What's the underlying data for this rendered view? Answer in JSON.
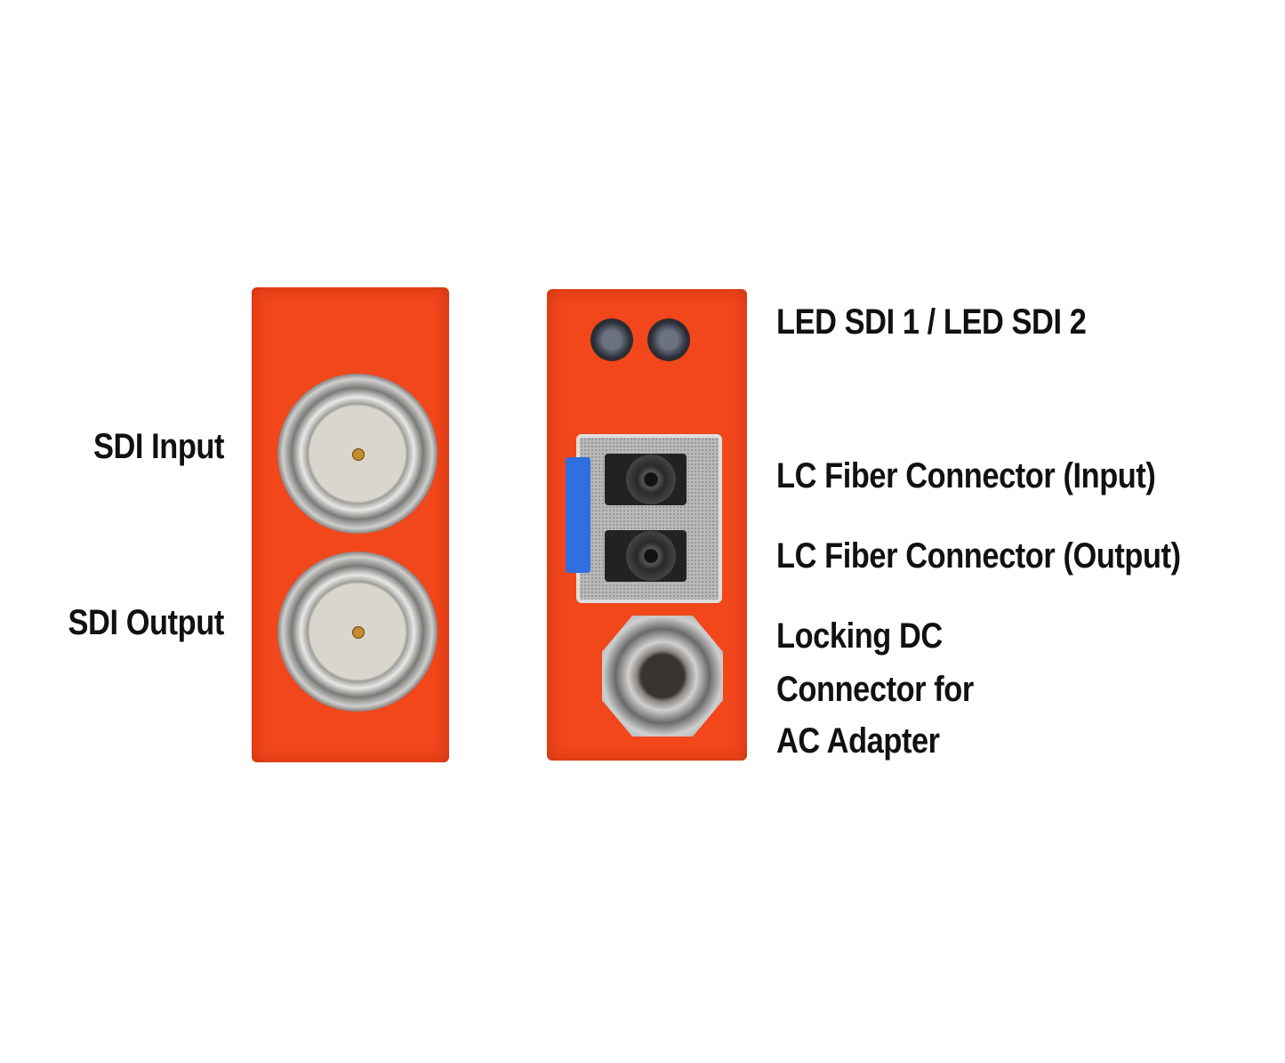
{
  "labels": {
    "sdi_input": "SDI Input",
    "sdi_output": "SDI Output",
    "led": "LED SDI 1 / LED SDI 2",
    "lc_input": "LC Fiber Connector (Input)",
    "lc_output": "LC Fiber Connector (Output)",
    "dc_line1": "Locking DC",
    "dc_line2": "Connector for",
    "dc_line3": "AC Adapter"
  },
  "colors": {
    "housing": "#f2461b",
    "latch": "#2f6fe0"
  }
}
